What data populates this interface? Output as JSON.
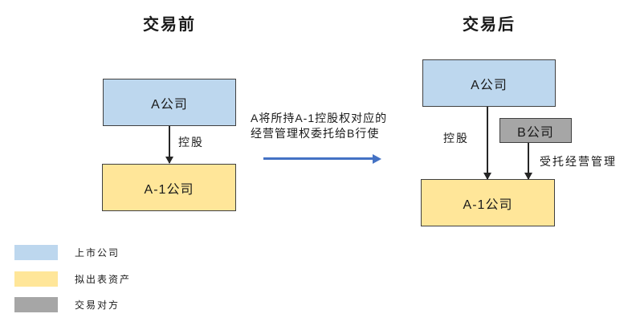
{
  "titles": {
    "before": "交易前",
    "after": "交易后"
  },
  "before": {
    "company_a": "A公司",
    "holding_label": "控股",
    "company_a1": "A-1公司"
  },
  "transition": {
    "line1": "A将所持A-1控股权对应的",
    "line2": "经营管理权委托给B行使"
  },
  "after": {
    "company_a": "A公司",
    "company_b": "B公司",
    "holding_label": "控股",
    "entrust_label": "受托经营管理",
    "company_a1": "A-1公司"
  },
  "legend": {
    "items": [
      {
        "label": "上市公司",
        "color_key": "listed"
      },
      {
        "label": "拟出表资产",
        "color_key": "deconsolidated"
      },
      {
        "label": "交易对方",
        "color_key": "counterparty"
      }
    ]
  },
  "colors": {
    "listed": "#BDD7EE",
    "deconsolidated": "#FFE699",
    "counterparty": "#A6A6A6",
    "border": "#404040",
    "connector": "#262626",
    "transition_arrow": "#4472C4",
    "text": "#1A1A1A"
  }
}
